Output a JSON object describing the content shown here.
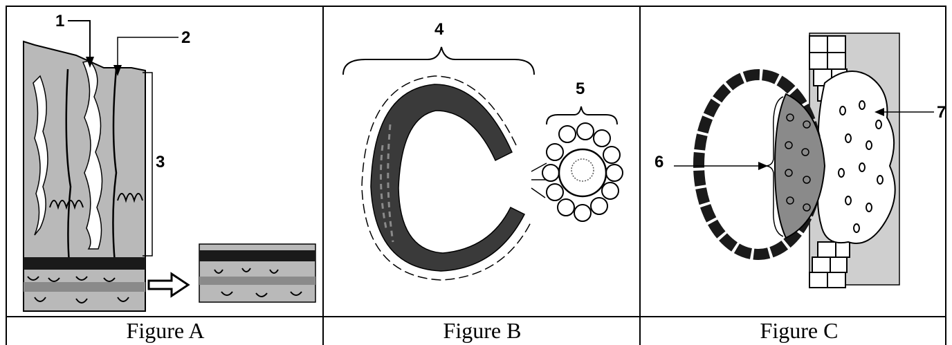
{
  "figures": [
    {
      "caption": "Figure A",
      "labels": {
        "l1": "1",
        "l2": "2",
        "l3": "3"
      }
    },
    {
      "caption": "Figure B",
      "labels": {
        "l4": "4",
        "l5": "5"
      }
    },
    {
      "caption": "Figure C",
      "labels": {
        "l6": "6",
        "l7": "7"
      }
    }
  ],
  "colors": {
    "tissue": "#b9b9b9",
    "dark": "#1a1a1a",
    "mid": "#8a8a8a",
    "line": "#000000"
  }
}
